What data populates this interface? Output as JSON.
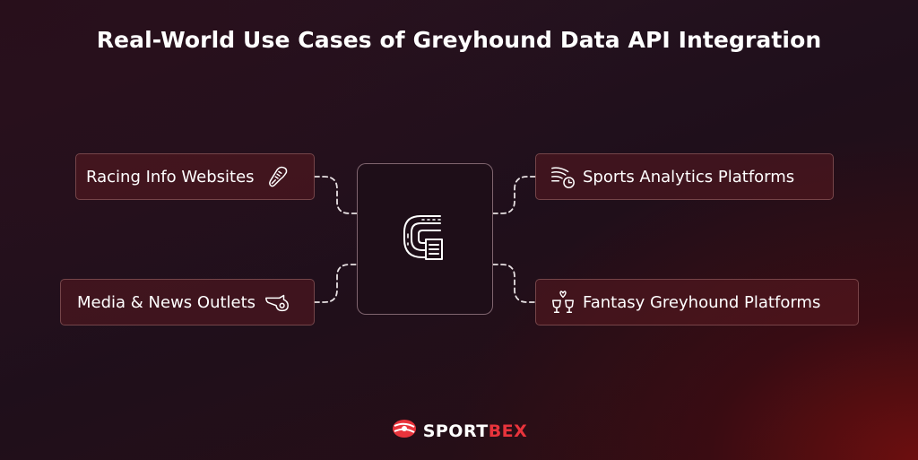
{
  "title": "Real-World Use Cases of Greyhound Data API Integration",
  "use_cases": {
    "top_left": {
      "label": "Racing Info Websites",
      "icon": "running-shoe-icon"
    },
    "bottom_left": {
      "label": "Media & News Outlets",
      "icon": "whistle-icon"
    },
    "top_right": {
      "label": "Sports Analytics Platforms",
      "icon": "speed-analytics-icon"
    },
    "bottom_right": {
      "label": "Fantasy Greyhound Platforms",
      "icon": "trophy-cups-icon"
    }
  },
  "hub": {
    "icon": "race-track-icon"
  },
  "footer": {
    "brand_primary": "SPORT",
    "brand_accent": "BEX",
    "logo_icon": "sportbex-logo-icon"
  },
  "colors": {
    "background": "#221220",
    "accent": "#e8343c",
    "pill_fill": "#5a1a20",
    "pill_border": "#a06e6e",
    "text": "#ffffff"
  }
}
